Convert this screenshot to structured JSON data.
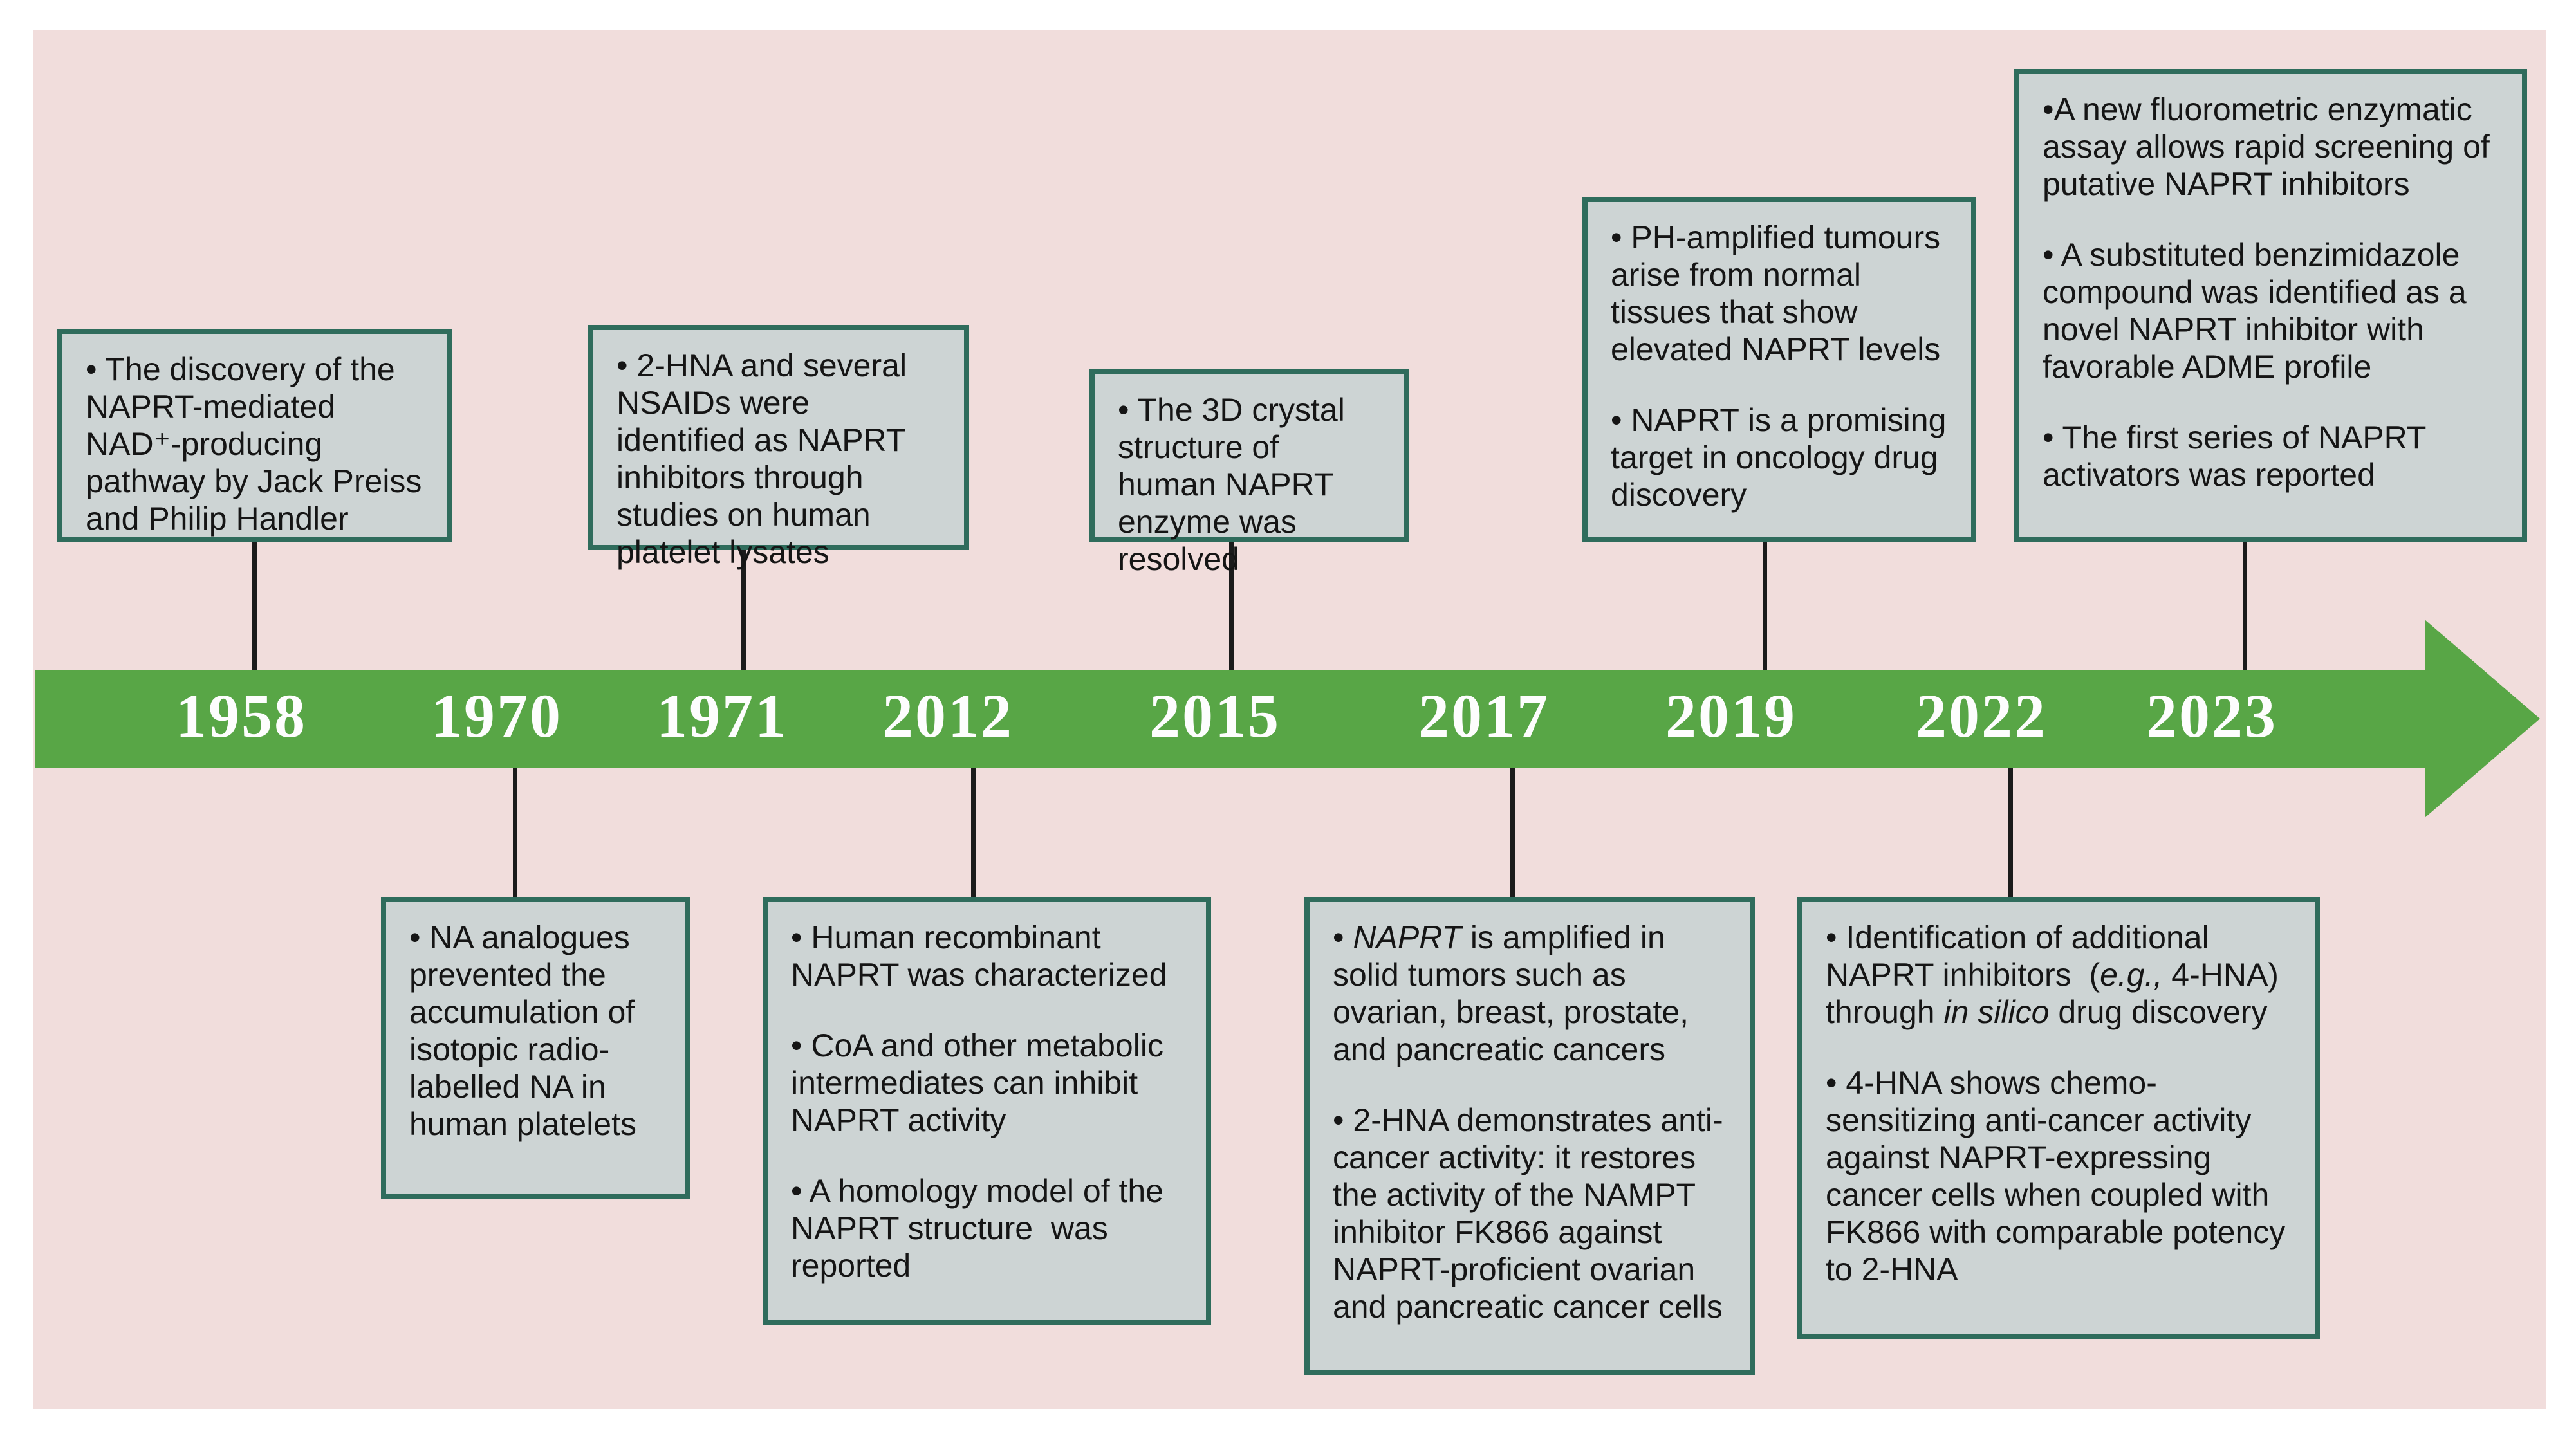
{
  "colors": {
    "page-bg": "#ffffff",
    "canvas-bg": "#f1dddc",
    "band-color": "#58a646",
    "box-fill": "#cdd4d4",
    "box-border": "#2f6c5c",
    "connector-color": "#1b1b1b",
    "text-color": "#151515",
    "year-color": "#fdfdfd"
  },
  "timeline": {
    "years": [
      "1958",
      "1970",
      "1971",
      "2012",
      "2015",
      "2017",
      "2019",
      "2022",
      "2023"
    ]
  },
  "boxes": [
    {
      "year": "1958",
      "position": "top",
      "items": [
        [
          {
            "t": "• The discovery of the NAPRT-mediated NAD⁺-producing  pathway by Jack Preiss and Philip Handler"
          }
        ]
      ]
    },
    {
      "year": "1971",
      "position": "top",
      "items": [
        [
          {
            "t": "• 2-HNA and several NSAIDs were identified as NAPRT inhibitors through studies on human platelet lysates"
          }
        ]
      ]
    },
    {
      "year": "2015",
      "position": "top",
      "items": [
        [
          {
            "t": "• The 3D crystal structure of human NAPRT enzyme was resolved"
          }
        ]
      ]
    },
    {
      "year": "2019",
      "position": "top",
      "items": [
        [
          {
            "t": "• PH-amplified tumours arise from normal tissues that show elevated NAPRT levels"
          }
        ],
        [
          {
            "t": "• NAPRT is a promising target in oncology drug discovery"
          }
        ]
      ]
    },
    {
      "year": "2023",
      "position": "top",
      "items": [
        [
          {
            "t": "•A new fluorometric enzymatic assay allows rapid screening of putative NAPRT inhibitors"
          }
        ],
        [
          {
            "t": "• A substituted benzimidazole compound was identified as a novel NAPRT inhibitor with favorable ADME profile"
          }
        ],
        [
          {
            "t": "• The first series of NAPRT activators was reported"
          }
        ]
      ]
    },
    {
      "year": "1970",
      "position": "bottom",
      "items": [
        [
          {
            "t": "• NA analogues prevented the accumulation of isotopic radio-labelled NA in human platelets"
          }
        ]
      ]
    },
    {
      "year": "2012",
      "position": "bottom",
      "items": [
        [
          {
            "t": "• Human recombinant NAPRT was characterized"
          }
        ],
        [
          {
            "t": "• CoA and other metabolic intermediates can inhibit NAPRT activity"
          }
        ],
        [
          {
            "t": "• A homology model of the NAPRT structure  was reported"
          }
        ]
      ]
    },
    {
      "year": "2017",
      "position": "bottom",
      "items": [
        [
          {
            "t": "• "
          },
          {
            "t": "NAPRT",
            "s": "i"
          },
          {
            "t": " is amplified in solid tumors such as ovarian, breast, prostate, and pancreatic cancers"
          }
        ],
        [
          {
            "t": "• 2-HNA demonstrates anti-cancer activity: it restores the activity of the NAMPT inhibitor FK866 against NAPRT-proficient ovarian and pancreatic cancer cells"
          }
        ]
      ]
    },
    {
      "year": "2022",
      "position": "bottom",
      "items": [
        [
          {
            "t": "• Identification of additional NAPRT inhibitors  ("
          },
          {
            "t": "e.g.,",
            "s": "i"
          },
          {
            "t": " 4-HNA) through "
          },
          {
            "t": "in silico",
            "s": "i"
          },
          {
            "t": " drug discovery"
          }
        ],
        [
          {
            "t": "• 4-HNA shows chemo-sensitizing anti-cancer activity against NAPRT-expressing cancer cells when coupled with FK866 with comparable potency to 2-HNA"
          }
        ]
      ]
    }
  ]
}
